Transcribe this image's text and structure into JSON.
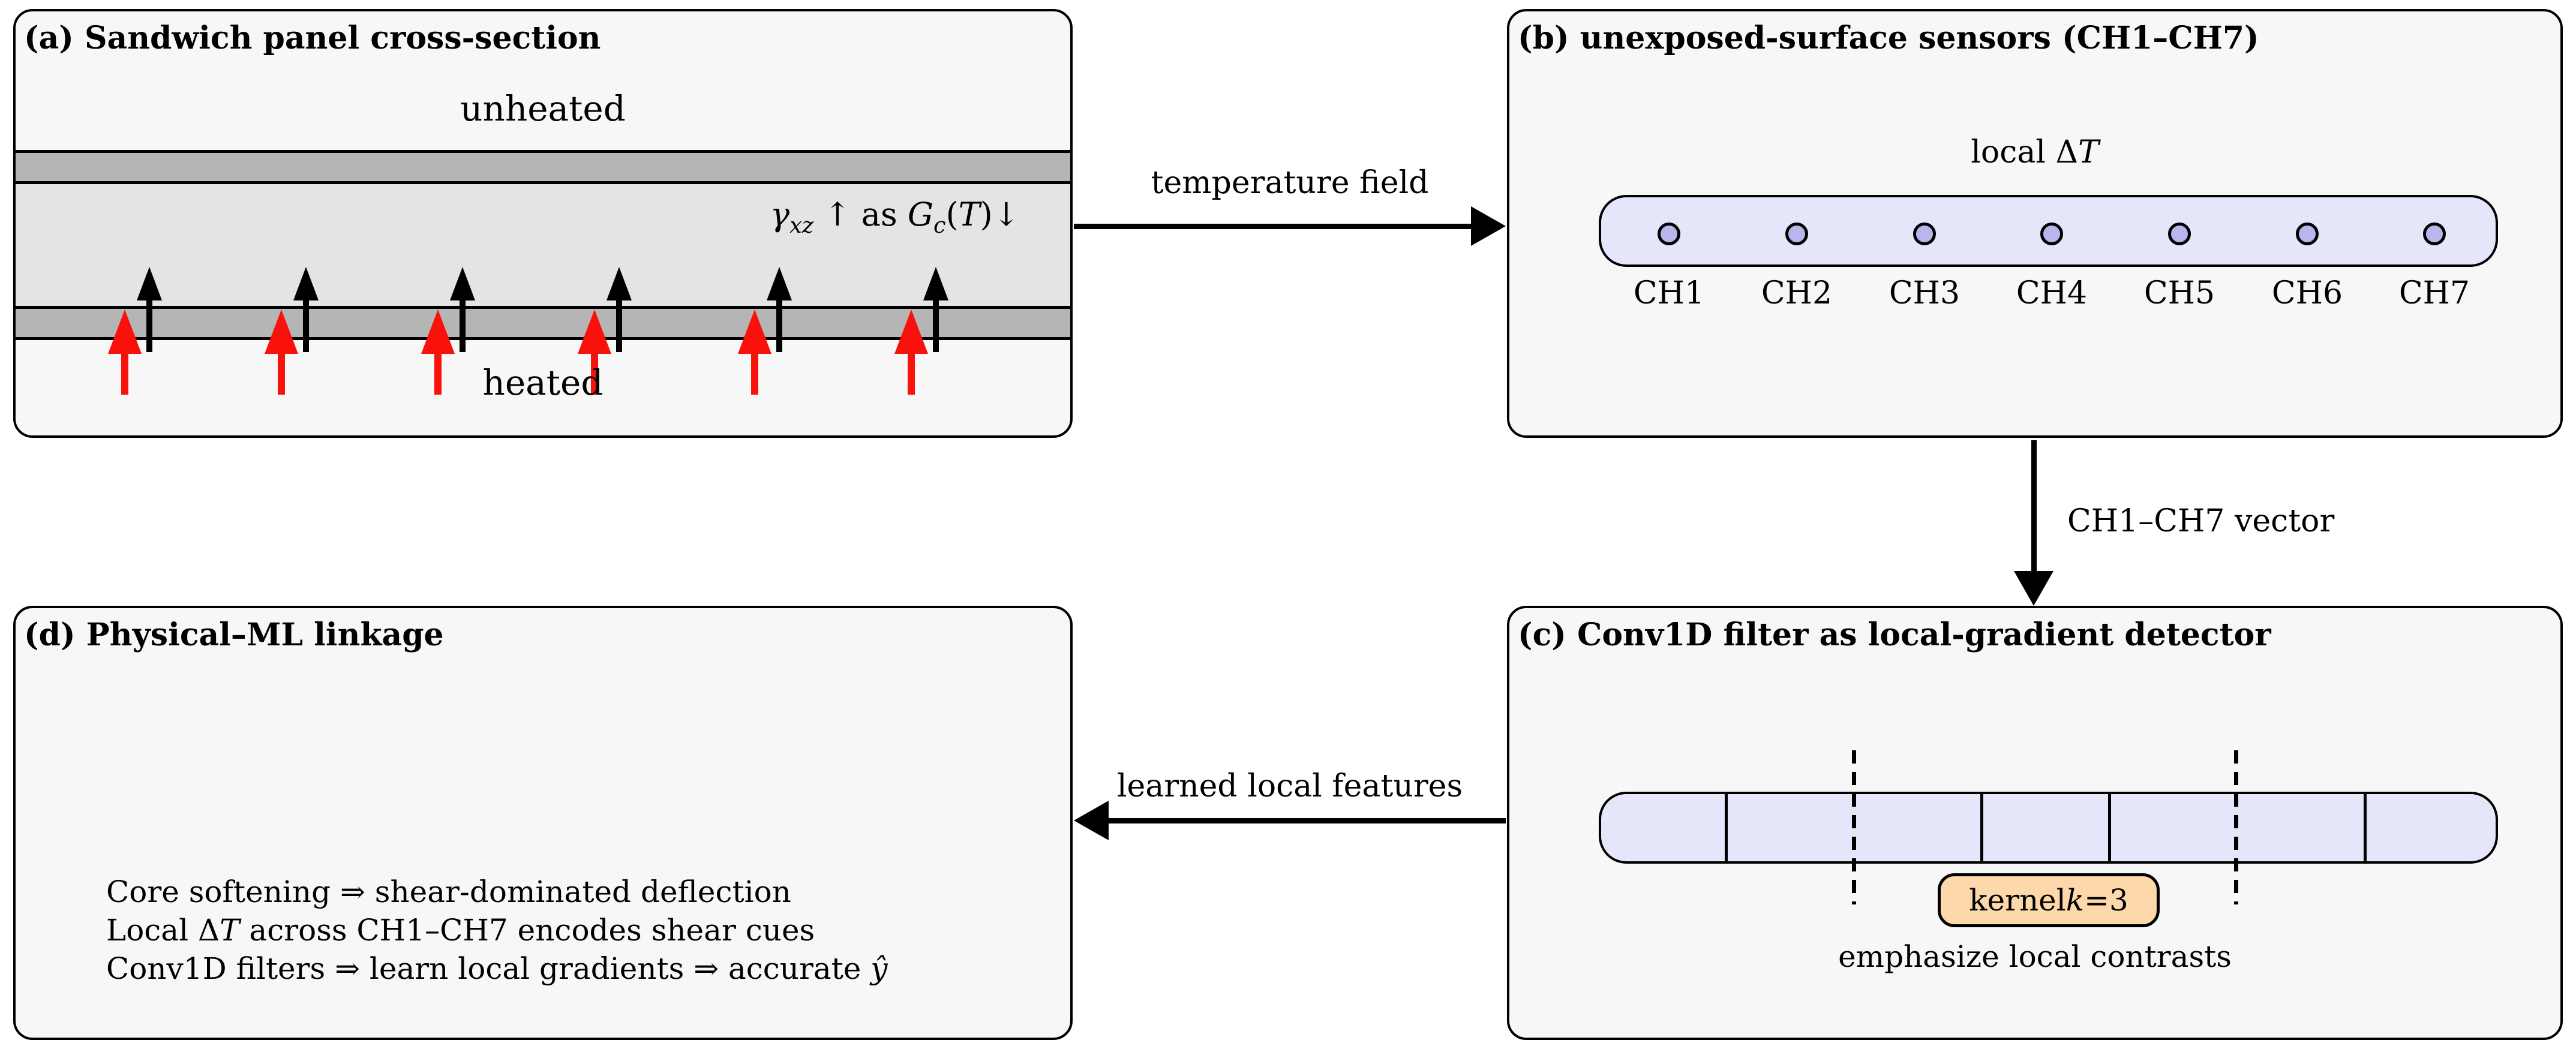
{
  "colors": {
    "page_bg": "#ffffff",
    "panel_bg": "#f7f7f7",
    "panel_border": "#000000",
    "face_sheet_gray": "#b5b5b5",
    "core_gray": "#e4e4e4",
    "sensor_bar_lavender": "#e6e6fa",
    "sensor_dot_purple": "#b7b7ee",
    "kernel_box_peach": "#fcd8ab",
    "heat_arrow_red": "#f9120b",
    "arrow_black": "#000000"
  },
  "panel_a": {
    "title": "(a) Sandwich panel cross-section",
    "unheated_label": "unheated",
    "heated_label": "heated",
    "shear": {
      "gamma": "γ",
      "gamma_sub": "xz",
      "mid": " ↑ as ",
      "G": "G",
      "G_sub": "c",
      "open": "(",
      "T": "T",
      "close": ")",
      "down": "↓"
    }
  },
  "panel_b": {
    "title": "(b) unexposed-surface sensors (CH1–CH7)",
    "local_dt_pre": "local Δ",
    "local_dt_T": "T",
    "channels": [
      "CH1",
      "CH2",
      "CH3",
      "CH4",
      "CH5",
      "CH6",
      "CH7"
    ]
  },
  "panel_c": {
    "title": "(c) Conv1D filter as local-gradient detector",
    "kernel_pre": "kernel ",
    "kernel_k": "k",
    "kernel_post": "=3",
    "caption": "emphasize local contrasts"
  },
  "panel_d": {
    "title": "(d) Physical–ML linkage",
    "line1": "Core softening ⇒ shear-dominated deflection",
    "line2_pre": "Local Δ",
    "line2_T": "T",
    "line2_post": " across CH1–CH7 encodes shear cues",
    "line3_pre": "Conv1D filters ⇒ learn local gradients ⇒ accurate ",
    "line3_yhat": "ŷ"
  },
  "connectors": {
    "a_to_b": "temperature field",
    "b_to_c": "CH1–CH7 vector",
    "c_to_d": "learned local features"
  }
}
